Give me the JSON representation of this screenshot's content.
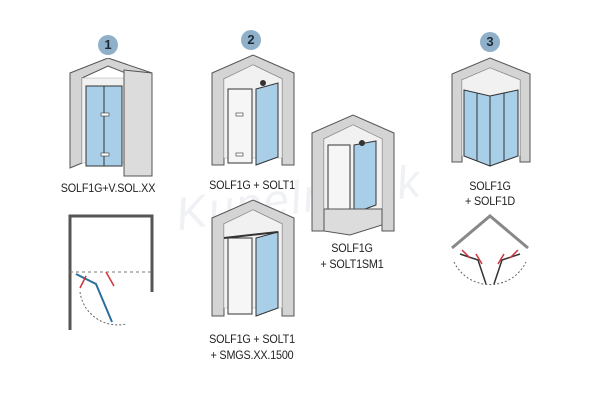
{
  "badges": [
    "1",
    "2",
    "3"
  ],
  "labels": {
    "cfg1": "SOLF1G+V.SOL.XX",
    "cfg2a": "SOLF1G + SOLT1",
    "cfg2b_line1": "SOLF1G + SOLT1",
    "cfg2b_line2": "+ SMGS.XX.1500",
    "cfg2c_line1": "SOLF1G",
    "cfg2c_line2": "+ SOLT1SM1",
    "cfg3_line1": "SOLF1G",
    "cfg3_line2": "+ SOLF1D"
  },
  "watermark": "Kupelne.sk",
  "colors": {
    "glass": "#a9cfe8",
    "wall": "#cfcfcf",
    "badge": "#8fb0c8",
    "arrow": "#d0333a"
  }
}
